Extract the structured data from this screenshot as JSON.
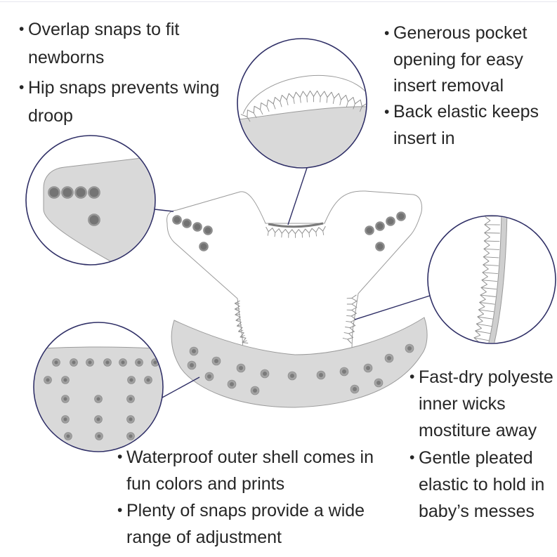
{
  "colors": {
    "text": "#262626",
    "callout": "#2f2f66",
    "outline": "#9b9b9b",
    "fill": "#d9d9d9"
  },
  "callouts": {
    "snaps": {
      "items": [
        {
          "lines": [
            "Overlap snaps to fit",
            "newborns"
          ]
        },
        {
          "lines": [
            "Hip snaps prevents wing",
            "droop"
          ]
        }
      ]
    },
    "pocket": {
      "items": [
        {
          "lines": [
            "Generous pocket",
            "opening for easy",
            "insert removal"
          ]
        },
        {
          "lines": [
            "Back elastic keeps",
            "insert in"
          ]
        }
      ]
    },
    "inner": {
      "items": [
        {
          "lines": [
            "Fast-dry polyeste",
            "inner wicks",
            "mostiture away"
          ]
        },
        {
          "lines": [
            "Gentle pleated",
            "elastic to hold in",
            "baby’s messes"
          ]
        }
      ]
    },
    "shell": {
      "items": [
        {
          "lines": [
            "Waterproof outer shell comes in",
            "fun colors and prints"
          ]
        },
        {
          "lines": [
            "Plenty of snaps provide a wide",
            "range of adjustment"
          ]
        }
      ]
    }
  }
}
